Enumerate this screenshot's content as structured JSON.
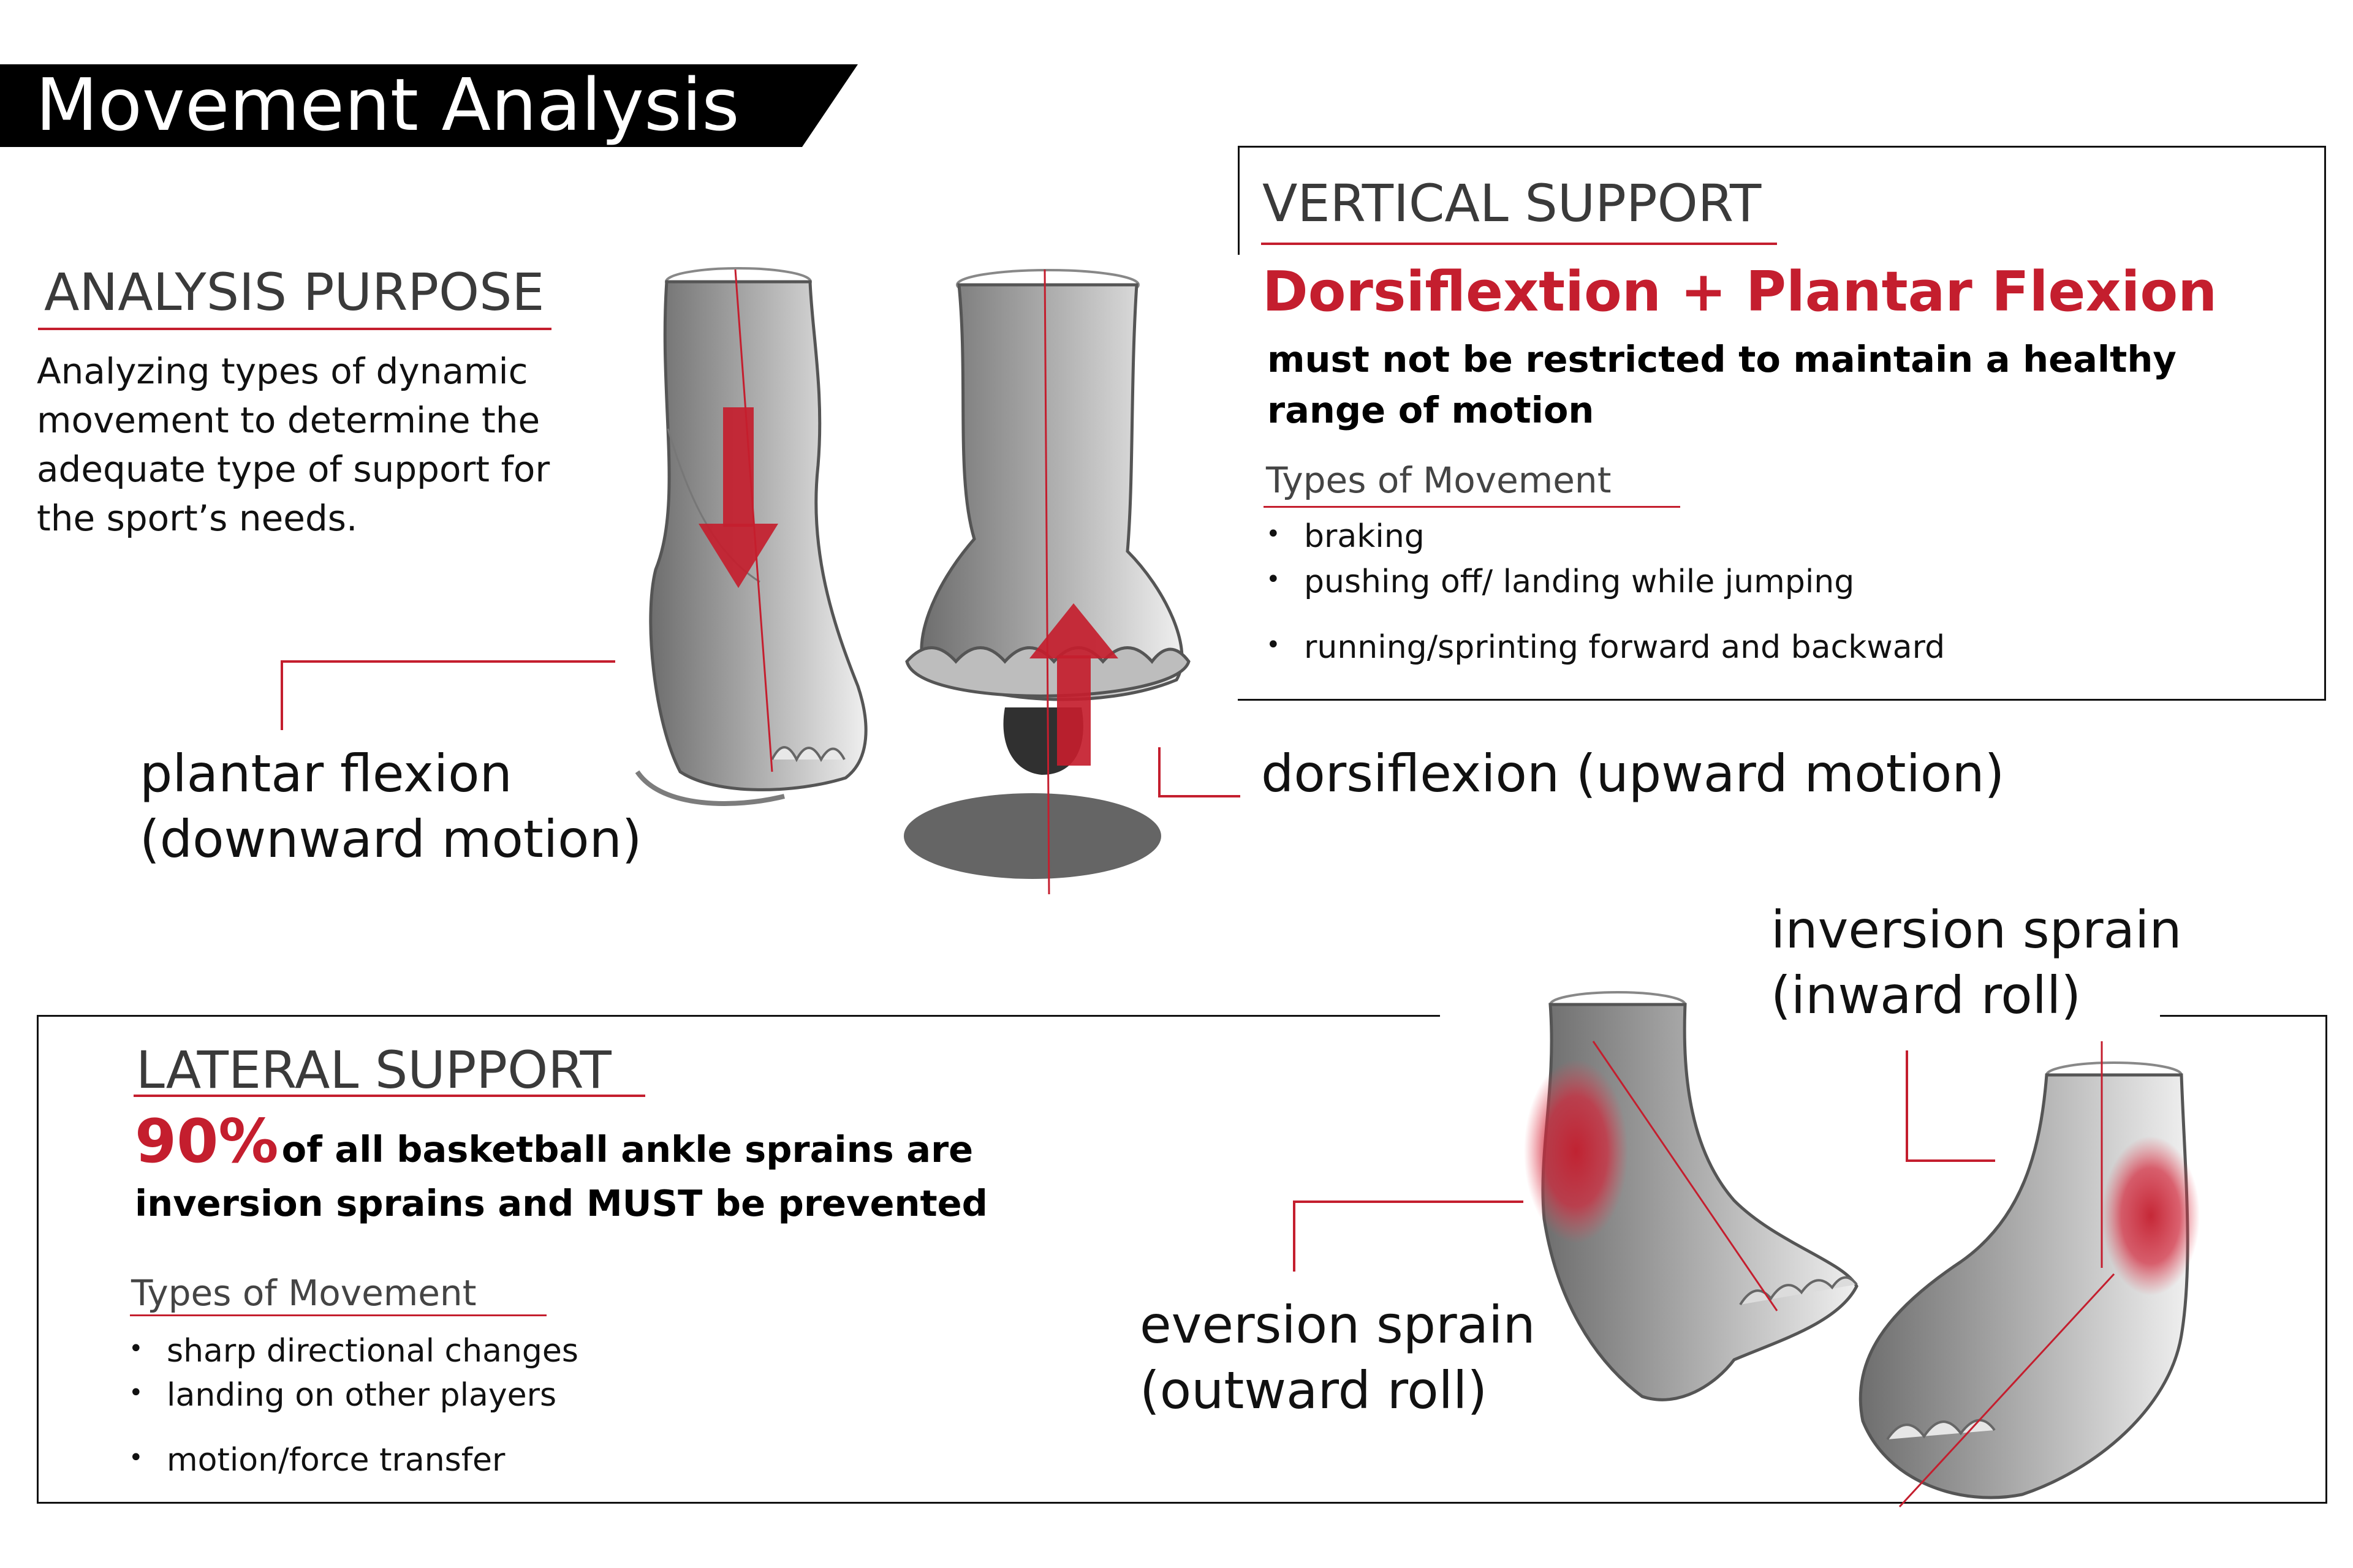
{
  "title": "Movement Analysis",
  "analysis_purpose": {
    "heading": "ANALYSIS PURPOSE",
    "text": "Analyzing types of dynamic movement to determine the adequate type of support for the sport’s needs."
  },
  "vertical_support": {
    "heading": "VERTICAL SUPPORT",
    "highlight": "Dorsiflextion + Plantar Flexion",
    "statement": "must not be restricted to maintain a healthy range of motion",
    "types_heading": "Types of Movement",
    "types": [
      "braking",
      "pushing off/ landing while jumping",
      "running/sprinting forward and backward"
    ]
  },
  "lateral_support": {
    "heading": "LATERAL SUPPORT",
    "stat": "90%",
    "statement": "of all basketball ankle sprains are inversion sprains and MUST be prevented",
    "types_heading": "Types of Movement",
    "types": [
      "sharp directional changes",
      "landing on other players",
      "motion/force transfer"
    ]
  },
  "labels": {
    "plantar_flexion": "plantar flexion\n(downward motion)",
    "dorsiflexion": "dorsiflexion (upward motion)",
    "inversion_sprain": "inversion sprain\n(inward roll)",
    "eversion_sprain": "eversion sprain\n(outward roll)"
  },
  "colors": {
    "accent": "#c41e2e",
    "title_bar": "#000000",
    "text": "#111111"
  },
  "icons": [
    "downward-arrow-icon",
    "upward-arrow-icon"
  ]
}
